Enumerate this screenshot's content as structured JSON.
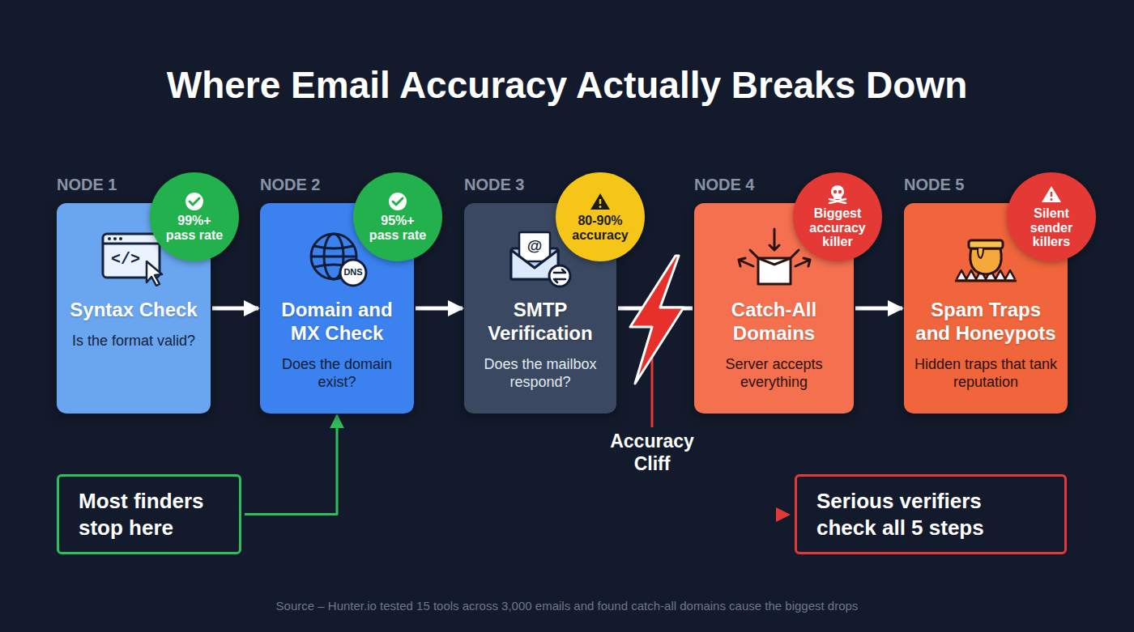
{
  "diagram": {
    "title": "Where Email Accuracy Actually Breaks Down",
    "caption": "Source – Hunter.io tested 15 tools across 3,000 emails and found catch-all domains cause the biggest drops",
    "nodes": [
      {
        "text": [
          "NODE 1",
          "Syntax Check",
          "Is the format valid?"
        ]
      },
      {
        "text": [
          "99%+ pass rate"
        ],
        "in": 0
      },
      {
        "text": [
          "NODE 2",
          "Domain and MX Check",
          "Does the domain exist?"
        ]
      },
      {
        "text": [
          "95%+ pass rate"
        ],
        "in": 2
      },
      {
        "text": [
          "NODE 3",
          "SMTP Verification",
          "Does the mailbox respond?"
        ]
      },
      {
        "text": [
          "80-90% accuracy"
        ],
        "in": 4
      },
      {
        "text": [
          "NODE 4",
          "Catch-All Domains",
          "Server accepts everything"
        ]
      },
      {
        "text": [
          "Biggest accuracy killer"
        ],
        "in": 6
      },
      {
        "text": [
          "NODE 5",
          "Spam Traps and Honeypots",
          "Hidden traps that tank reputation"
        ]
      },
      {
        "text": [
          "Silent sender killers"
        ],
        "in": 8
      },
      {
        "text": [
          "Most finders stop here"
        ]
      },
      {
        "text": [
          "Serious verifiers check all 5 steps"
        ]
      }
    ],
    "edges": [
      {
        "from": 0,
        "to": 2,
        "arrow": "to"
      },
      {
        "from": 2,
        "to": 4,
        "arrow": "to"
      },
      {
        "from": 4,
        "to": 6,
        "arrow": "none"
      },
      {
        "from": 6,
        "to": 8,
        "arrow": "to"
      },
      {
        "from": 10,
        "to": 2,
        "arrow": "to"
      }
    ],
    "labels": [
      "Accuracy Cliff",
      "</>",
      "DNS",
      "@"
    ]
  }
}
